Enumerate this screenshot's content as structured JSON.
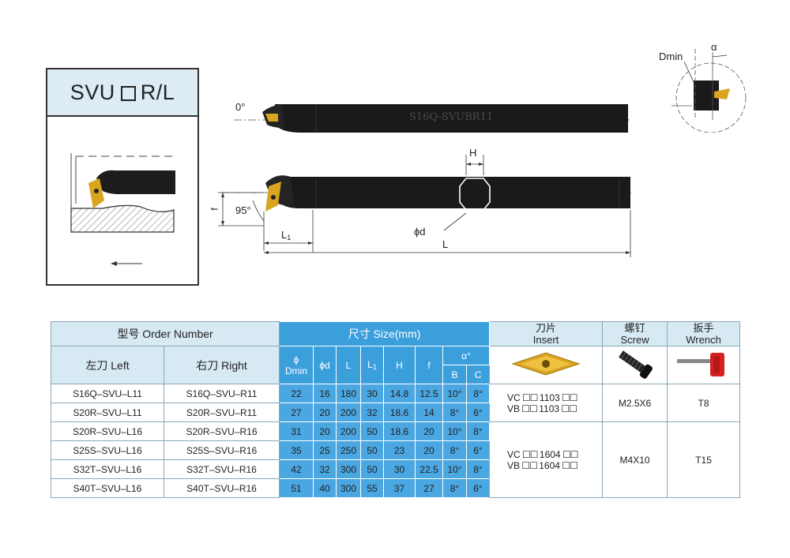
{
  "title": {
    "prefix": "SVU",
    "suffix": "R/L"
  },
  "drawing": {
    "angle_top": "0°",
    "angle_side": "95°",
    "label_f": "f",
    "label_H": "H",
    "label_phid": "ϕd",
    "label_L1": "L",
    "label_L1_sub": "1",
    "label_L": "L",
    "bar_marking": "S16Q-SVUBR11",
    "detail_dmin": "Dmin",
    "detail_alpha": "α"
  },
  "table": {
    "order_header": "型号 Order Number",
    "left_header": "左刀 Left",
    "right_header": "右刀 Right",
    "size_header": "尺寸 Size(mm)",
    "phi_label": "ϕ",
    "dmin_label": "Dmin",
    "phid_label": "ϕd",
    "L_label": "L",
    "L1_label": "L",
    "L1_sub": "1",
    "H_label": "H",
    "f_label": "f",
    "alpha_label": "α°",
    "B_label": "B",
    "C_label": "C",
    "insert_cn": "刀片",
    "insert_en": "Insert",
    "screw_cn": "螺钉",
    "screw_en": "Screw",
    "wrench_cn": "扳手",
    "wrench_en": "Wrench",
    "rows": [
      {
        "left": "S16Q–SVU–L11",
        "right": "S16Q–SVU–R11",
        "dmin": "22",
        "d": "16",
        "L": "180",
        "L1": "30",
        "H": "14.8",
        "f": "12.5",
        "B": "10°",
        "C": "8°"
      },
      {
        "left": "S20R–SVU–L11",
        "right": "S20R–SVU–R11",
        "dmin": "27",
        "d": "20",
        "L": "200",
        "L1": "32",
        "H": "18.6",
        "f": "14",
        "B": "8°",
        "C": "6°"
      },
      {
        "left": "S20R–SVU–L16",
        "right": "S20R–SVU–R16",
        "dmin": "31",
        "d": "20",
        "L": "200",
        "L1": "50",
        "H": "18.6",
        "f": "20",
        "B": "10°",
        "C": "8°"
      },
      {
        "left": "S25S–SVU–L16",
        "right": "S25S–SVU–R16",
        "dmin": "35",
        "d": "25",
        "L": "250",
        "L1": "50",
        "H": "23",
        "f": "20",
        "B": "8°",
        "C": "6°"
      },
      {
        "left": "S32T–SVU–L16",
        "right": "S32T–SVU–R16",
        "dmin": "42",
        "d": "32",
        "L": "300",
        "L1": "50",
        "H": "30",
        "f": "22.5",
        "B": "10°",
        "C": "8°"
      },
      {
        "left": "S40T–SVU–L16",
        "right": "S40T–SVU–R16",
        "dmin": "51",
        "d": "40",
        "L": "300",
        "L1": "55",
        "H": "37",
        "f": "27",
        "B": "8°",
        "C": "6°"
      }
    ],
    "group1": {
      "insert_vc_pre": "VC",
      "insert_vc_code": "1103",
      "insert_vb_pre": "VB",
      "insert_vb_code": "1103",
      "screw": "M2.5X6",
      "wrench": "T8"
    },
    "group2": {
      "insert_vc_pre": "VC",
      "insert_vc_code": "1604",
      "insert_vb_pre": "VB",
      "insert_vb_code": "1604",
      "screw": "M4X10",
      "wrench": "T15"
    }
  },
  "colors": {
    "header_light": "#d7e9f3",
    "header_blue": "#3b9fdc",
    "insert_gold": "#d9a520",
    "wrench_red": "#d62020"
  }
}
